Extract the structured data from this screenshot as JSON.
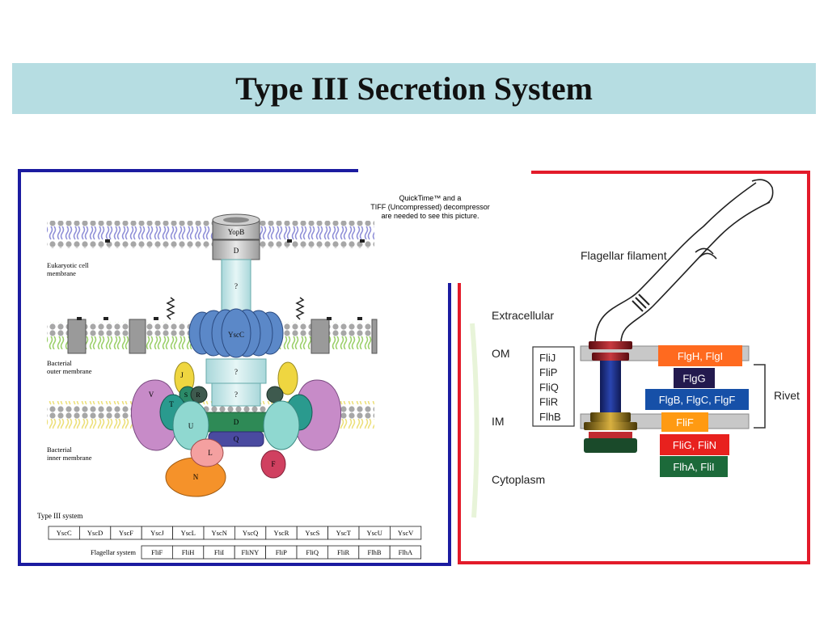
{
  "title": "Type III Secretion System",
  "left_panel": {
    "quicktime_lines": [
      "QuickTime™ and a",
      "TIFF (Uncompressed) decompressor",
      "are needed to see this picture."
    ],
    "protein_labels": {
      "yopb": "YopB",
      "d_top": "D",
      "q1": "?",
      "yscc": "YscC",
      "q2": "?",
      "q3": "?",
      "d_bottom": "D",
      "q_bottom": "Q",
      "j": "J",
      "v": "V",
      "s": "S",
      "r": "R",
      "t": "T",
      "u": "U",
      "l": "L",
      "f": "F",
      "n": "N"
    },
    "membranes": {
      "eukaryotic": [
        "Eukaryotic cell",
        "membrane"
      ],
      "outer": [
        "Bacterial",
        "outer membrane"
      ],
      "inner": [
        "Bacterial",
        "inner membrane"
      ]
    },
    "table": {
      "title": "Type III system",
      "type3_row": [
        "YscC",
        "YscD",
        "YscF",
        "YscJ",
        "YscL",
        "YscN",
        "YscQ",
        "YscR",
        "YscS",
        "YscT",
        "YscU",
        "YscV"
      ],
      "flagellar_label": "Flagellar system",
      "flagellar_row": [
        "FliF",
        "FliH",
        "FliI",
        "FliNY",
        "FliP",
        "FliQ",
        "FliR",
        "FlhB",
        "FlhA"
      ]
    }
  },
  "right_panel": {
    "flagellar_filament": "Flagellar filament",
    "extracellular": "Extracellular",
    "om": "OM",
    "im": "IM",
    "cytoplasm": "Cytoplasm",
    "rivet": "Rivet",
    "box_items": [
      "FliJ",
      "FliP",
      "FliQ",
      "FliR",
      "FlhB"
    ],
    "proteins": [
      {
        "label": "FlgH, FlgI",
        "color": "#ff6a1f"
      },
      {
        "label": "FlgG",
        "color": "#231a4e"
      },
      {
        "label": "FlgB, FlgC, FlgF",
        "color": "#1650a8"
      },
      {
        "label": "FliF",
        "color": "#ff9a12"
      },
      {
        "label": "FliG, FliN",
        "color": "#e8211e"
      },
      {
        "label": "FlhA, FliI",
        "color": "#1c6a3a"
      }
    ]
  },
  "colors": {
    "title_bg": "#b6dde2",
    "left_border": "#1b1ba0",
    "right_border": "#e31b2a"
  }
}
